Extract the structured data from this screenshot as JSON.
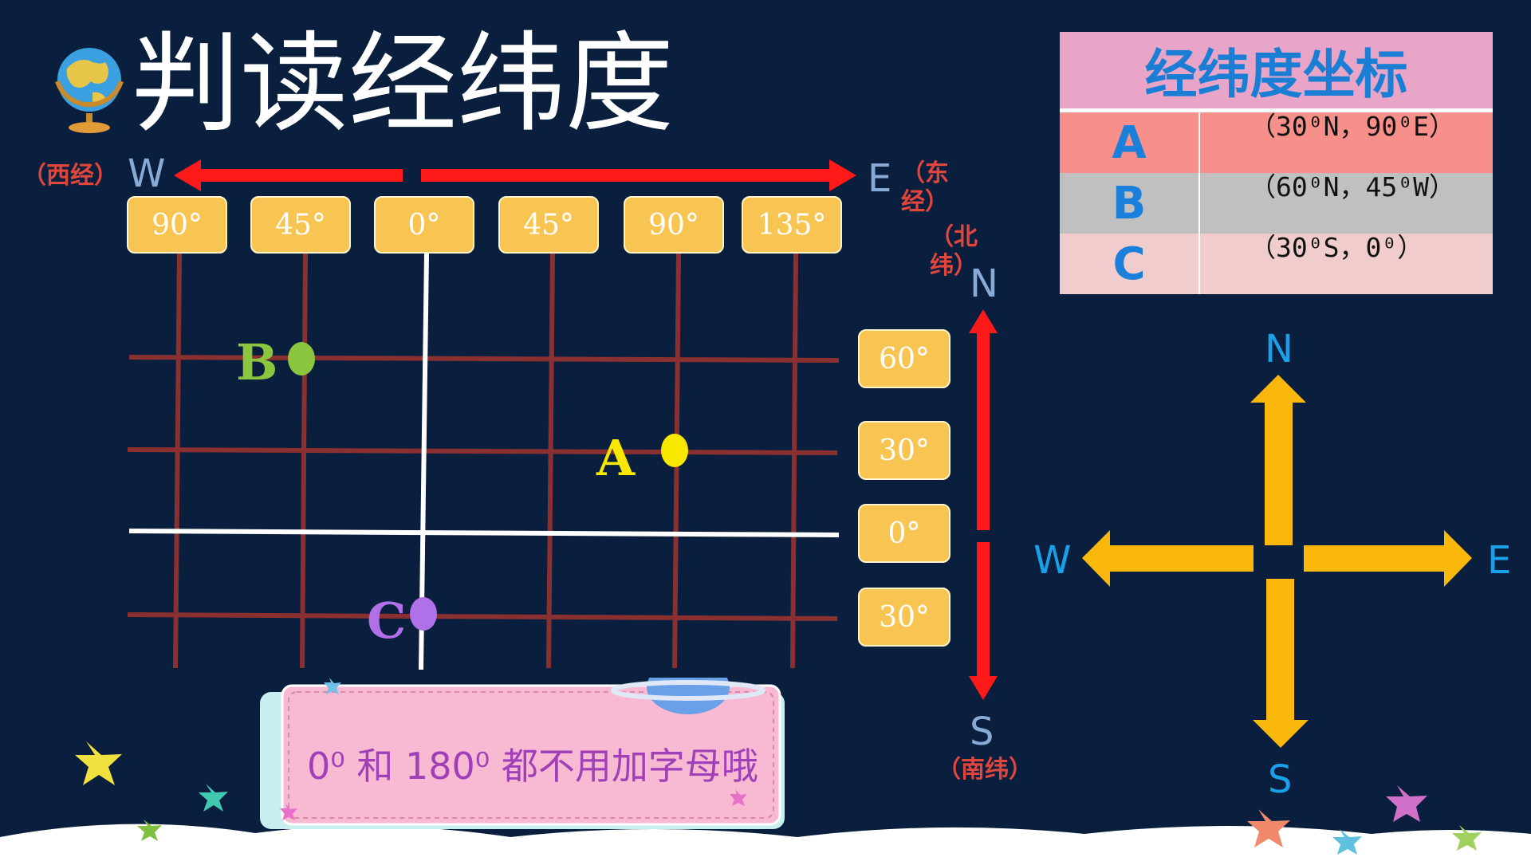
{
  "title": "判读经纬度",
  "longitude_axis": {
    "west_letter": "W",
    "west_cn": "（西经）",
    "east_letter": "E",
    "east_cn": "（东经）",
    "labels": [
      "90°",
      "45°",
      "0°",
      "45°",
      "90°",
      "135°"
    ]
  },
  "latitude_axis": {
    "north_letter": "N",
    "north_cn": "（北纬）",
    "south_letter": "S",
    "south_cn": "（南纬）",
    "labels": [
      "60°",
      "30°",
      "0°",
      "30°"
    ]
  },
  "points": [
    {
      "label": "B",
      "color": "#8cc63f"
    },
    {
      "label": "A",
      "color": "#f8e800"
    },
    {
      "label": "C",
      "color": "#b070e8"
    }
  ],
  "coordinate_table": {
    "header": "经纬度坐标",
    "rows": [
      {
        "key": "A",
        "value": "（30⁰N，90⁰E）"
      },
      {
        "key": "B",
        "value": "（60⁰N，45⁰W）"
      },
      {
        "key": "C",
        "value": "（30⁰S，0⁰）"
      }
    ]
  },
  "compass": {
    "n": "N",
    "s": "S",
    "w": "W",
    "e": "E",
    "arrow_color": "#fbb80c"
  },
  "note": "0⁰ 和 180⁰ 都不用加字母哦",
  "colors": {
    "background": "#0a1f3e",
    "grid": "#8b3030",
    "axis_arrow": "#ff1a1a",
    "label_box": "#f9c552"
  }
}
